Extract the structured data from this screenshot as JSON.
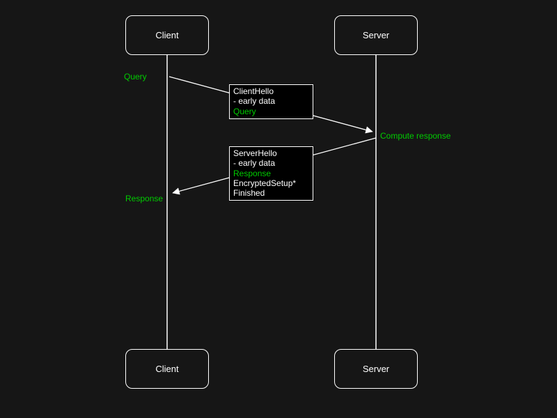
{
  "colors": {
    "background": "#161616",
    "foreground": "#ffffff",
    "green": "#00cc00",
    "box_fill": "#000000"
  },
  "actors": {
    "client_top": "Client",
    "server_top": "Server",
    "client_bottom": "Client",
    "server_bottom": "Server"
  },
  "annotations": {
    "query": "Query",
    "compute_response": "Compute response",
    "response": "Response"
  },
  "messages": {
    "client_hello": {
      "lines": [
        {
          "text": "ClientHello"
        },
        {
          "text": "- early data"
        },
        {
          "text": "Query"
        }
      ]
    },
    "server_hello": {
      "lines": [
        {
          "text": "ServerHello"
        },
        {
          "text": "- early data"
        },
        {
          "text": "Response"
        },
        {
          "text": "EncryptedSetup*"
        },
        {
          "text": "Finished"
        }
      ]
    }
  }
}
